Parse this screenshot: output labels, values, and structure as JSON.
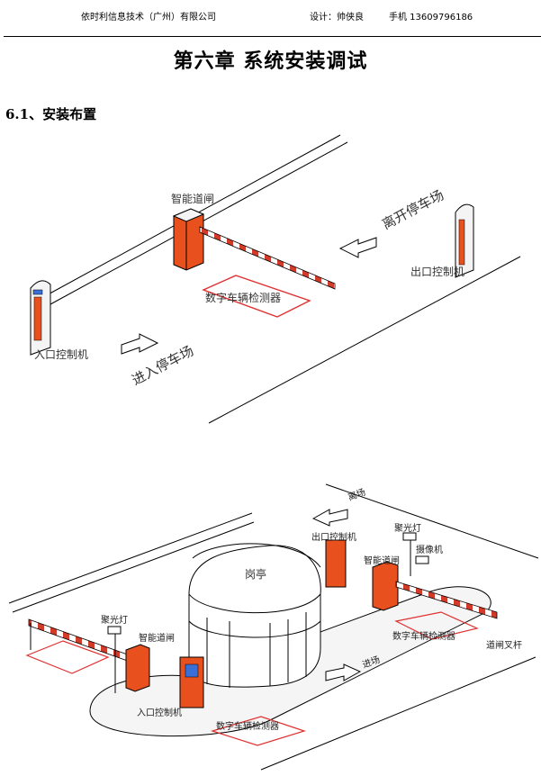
{
  "header": {
    "company": "依时利信息技术（广州）有限公司",
    "designer": "设计：帅侠良",
    "phone": "手机 13609796186"
  },
  "chapter_title": "第六章  系统安装调试",
  "section_title": "6.1、安装布置",
  "diagram1": {
    "gate_label": "智能道闸",
    "exit_direction": "离开停车场",
    "exit_controller": "出口控制机",
    "detector": "数字车辆检测器",
    "entry_controller": "入口控制机",
    "entry_direction": "进入停车场"
  },
  "diagram2": {
    "exit_direction": "离场",
    "exit_controller": "出口控制机",
    "floodlight_right": "聚光灯",
    "camera": "摄像机",
    "gate_right": "智能道闸",
    "booth": "岗亭",
    "floodlight_left": "聚光灯",
    "gate_left": "智能道闸",
    "detector_right": "数字车辆检测器",
    "fork_arm": "道闸叉杆",
    "entry_direction": "进场",
    "entry_controller": "入口控制机",
    "detector_bottom": "数字车辆检测器"
  },
  "colors": {
    "gate_orange": "#e8501e",
    "loop_red": "#e03030",
    "arm_stripe": "#d23a2a"
  }
}
